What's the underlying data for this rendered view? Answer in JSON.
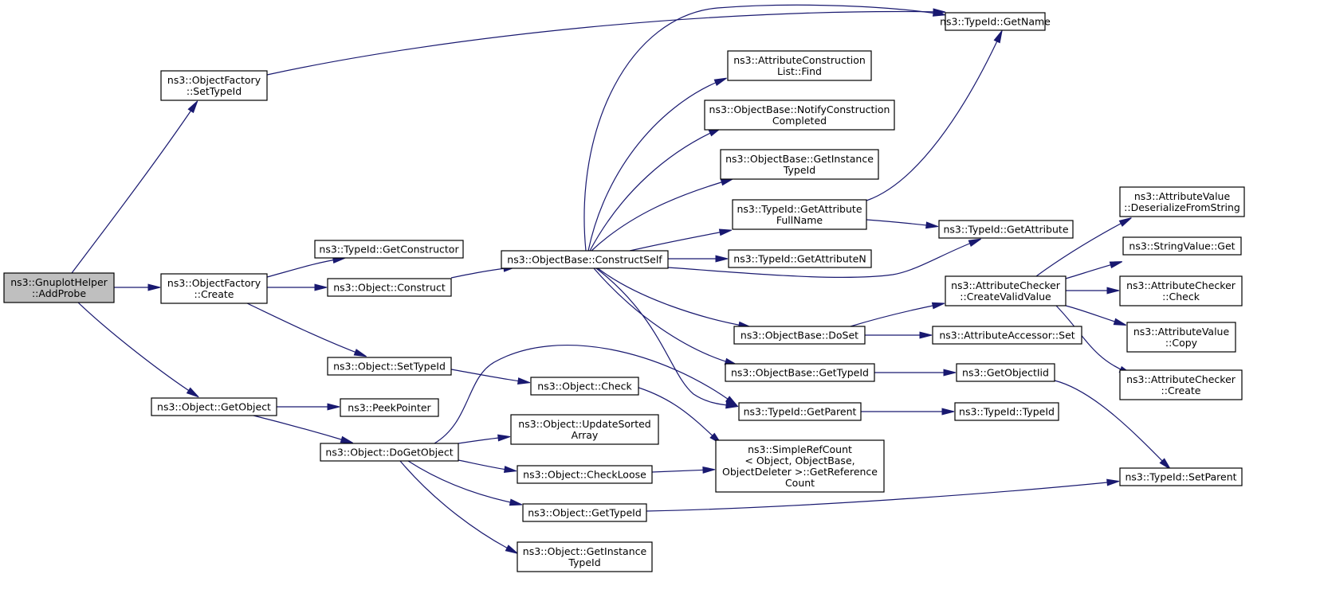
{
  "nodes": {
    "root": [
      "ns3::GnuplotHelper",
      "::AddProbe"
    ],
    "of_settypeid": [
      "ns3::ObjectFactory",
      "::SetTypeId"
    ],
    "of_create": [
      "ns3::ObjectFactory",
      "::Create"
    ],
    "obj_getobject": [
      "ns3::Object::GetObject"
    ],
    "typeid_getconstructor": [
      "ns3::TypeId::GetConstructor"
    ],
    "obj_construct": [
      "ns3::Object::Construct"
    ],
    "obj_settypeid": [
      "ns3::Object::SetTypeId"
    ],
    "peekpointer": [
      "ns3::PeekPointer"
    ],
    "obj_dogetobject": [
      "ns3::Object::DoGetObject"
    ],
    "ob_constructself": [
      "ns3::ObjectBase::ConstructSelf"
    ],
    "obj_check": [
      "ns3::Object::Check"
    ],
    "obj_updatesorted": [
      "ns3::Object::UpdateSorted",
      "Array"
    ],
    "obj_checkloose": [
      "ns3::Object::CheckLoose"
    ],
    "obj_gettypeid": [
      "ns3::Object::GetTypeId"
    ],
    "obj_getinstance": [
      "ns3::Object::GetInstance",
      "TypeId"
    ],
    "acl_find": [
      "ns3::AttributeConstruction",
      "List::Find"
    ],
    "ob_notify": [
      "ns3::ObjectBase::NotifyConstruction",
      "Completed"
    ],
    "ob_getinstance": [
      "ns3::ObjectBase::GetInstance",
      "TypeId"
    ],
    "typeid_getattrfull": [
      "ns3::TypeId::GetAttribute",
      "FullName"
    ],
    "typeid_getattrn": [
      "ns3::TypeId::GetAttributeN"
    ],
    "ob_doset": [
      "ns3::ObjectBase::DoSet"
    ],
    "ob_gettypeid": [
      "ns3::ObjectBase::GetTypeId"
    ],
    "typeid_getparent": [
      "ns3::TypeId::GetParent"
    ],
    "simplerefcount": [
      "ns3::SimpleRefCount",
      "< Object, ObjectBase,",
      "ObjectDeleter >::GetReference",
      "Count"
    ],
    "typeid_getname": [
      "ns3::TypeId::GetName"
    ],
    "typeid_getattribute": [
      "ns3::TypeId::GetAttribute"
    ],
    "ac_createvalid": [
      "ns3::AttributeChecker",
      "::CreateValidValue"
    ],
    "aa_set": [
      "ns3::AttributeAccessor::Set"
    ],
    "getobjectiid": [
      "ns3::GetObjectIid"
    ],
    "typeid_typeid": [
      "ns3::TypeId::TypeId"
    ],
    "av_deserialize": [
      "ns3::AttributeValue",
      "::DeserializeFromString"
    ],
    "sv_get": [
      "ns3::StringValue::Get"
    ],
    "ac_check": [
      "ns3::AttributeChecker",
      "::Check"
    ],
    "av_copy": [
      "ns3::AttributeValue",
      "::Copy"
    ],
    "ac_create": [
      "ns3::AttributeChecker",
      "::Create"
    ],
    "typeid_setparent": [
      "ns3::TypeId::SetParent"
    ]
  },
  "edges": [
    [
      "root",
      "of_settypeid"
    ],
    [
      "root",
      "of_create"
    ],
    [
      "root",
      "obj_getobject"
    ],
    [
      "of_settypeid",
      "typeid_getname"
    ],
    [
      "of_create",
      "typeid_getconstructor"
    ],
    [
      "of_create",
      "obj_construct"
    ],
    [
      "of_create",
      "obj_settypeid"
    ],
    [
      "obj_getobject",
      "peekpointer"
    ],
    [
      "obj_getobject",
      "obj_dogetobject"
    ],
    [
      "obj_construct",
      "ob_constructself"
    ],
    [
      "obj_settypeid",
      "obj_check"
    ],
    [
      "obj_dogetobject",
      "typeid_getparent"
    ],
    [
      "obj_dogetobject",
      "obj_updatesorted"
    ],
    [
      "obj_dogetobject",
      "obj_checkloose"
    ],
    [
      "obj_dogetobject",
      "obj_gettypeid"
    ],
    [
      "obj_dogetobject",
      "obj_getinstance"
    ],
    [
      "obj_check",
      "simplerefcount"
    ],
    [
      "obj_checkloose",
      "simplerefcount"
    ],
    [
      "obj_gettypeid",
      "typeid_setparent"
    ],
    [
      "ob_constructself",
      "typeid_getname"
    ],
    [
      "ob_constructself",
      "acl_find"
    ],
    [
      "ob_constructself",
      "ob_notify"
    ],
    [
      "ob_constructself",
      "ob_getinstance"
    ],
    [
      "ob_constructself",
      "typeid_getattrfull"
    ],
    [
      "ob_constructself",
      "typeid_getattrn"
    ],
    [
      "ob_constructself",
      "typeid_getattribute"
    ],
    [
      "ob_constructself",
      "ob_doset"
    ],
    [
      "ob_constructself",
      "ob_gettypeid"
    ],
    [
      "ob_constructself",
      "typeid_getparent"
    ],
    [
      "typeid_getattrfull",
      "typeid_getname"
    ],
    [
      "typeid_getattrfull",
      "typeid_getattribute"
    ],
    [
      "ob_doset",
      "ac_createvalid"
    ],
    [
      "ob_doset",
      "aa_set"
    ],
    [
      "ob_gettypeid",
      "getobjectiid"
    ],
    [
      "typeid_getparent",
      "typeid_typeid"
    ],
    [
      "ac_createvalid",
      "av_deserialize"
    ],
    [
      "ac_createvalid",
      "sv_get"
    ],
    [
      "ac_createvalid",
      "ac_check"
    ],
    [
      "ac_createvalid",
      "av_copy"
    ],
    [
      "ac_createvalid",
      "ac_create"
    ],
    [
      "getobjectiid",
      "typeid_setparent"
    ]
  ],
  "colors": {
    "edge": "#191970",
    "root_fill": "#bfbfbf",
    "node_fill": "#ffffff",
    "node_border": "#000000"
  }
}
